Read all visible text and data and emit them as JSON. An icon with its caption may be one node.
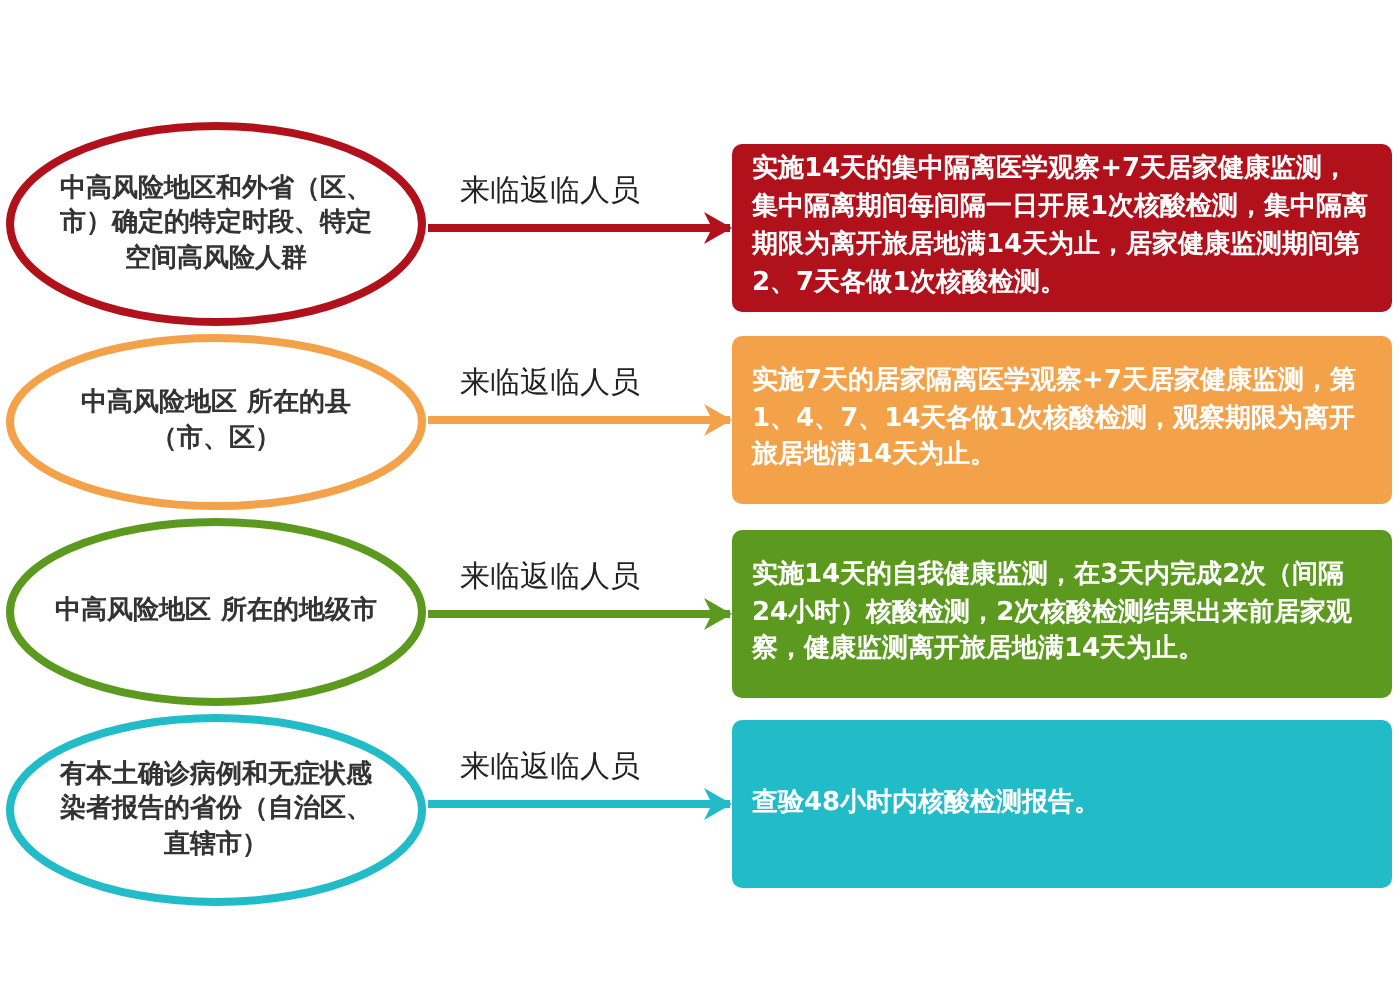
{
  "diagram": {
    "nodes": [
      {
        "text": [
          "中高风险地区和外省（区、市）确定的特定时段、特定空间高风险人群"
        ]
      },
      {
        "text": [
          "实施14天的集中隔离医学观察+7天居家健康监测，集中隔离期间每间隔一日开展1次核酸检测，集中隔离期限为离开旅居地满14天为止，居家健康监测期间第2、7天各做1次核酸检测。"
        ]
      },
      {
        "text": [
          "中高风险地区 所在的县（市、区）"
        ]
      },
      {
        "text": [
          "实施7天的居家隔离医学观察+7天居家健康监测，第1、4、7、14天各做1次核酸检测，观察期限为离开旅居地满14天为止。"
        ]
      },
      {
        "text": [
          "中高风险地区 所在的地级市"
        ]
      },
      {
        "text": [
          "实施14天的自我健康监测，在3天内完成2次（间隔24小时）核酸检测，2次核酸检测结果出来前居家观察，健康监测离开旅居地满14天为止。"
        ]
      },
      {
        "text": [
          "有本土确诊病例和无症状感染者报告的省份（自治区、直辖市）"
        ]
      },
      {
        "text": [
          "查验48小时内核酸检测报告。"
        ]
      }
    ],
    "edges": [
      {
        "from": 0,
        "to": 1,
        "arrow": "to",
        "label": "来临返临人员",
        "color": "#b0111b"
      },
      {
        "from": 2,
        "to": 3,
        "arrow": "to",
        "label": "来临返临人员",
        "color": "#f4a24a"
      },
      {
        "from": 4,
        "to": 5,
        "arrow": "to",
        "label": "来临返临人员",
        "color": "#5b9a1e"
      },
      {
        "from": 6,
        "to": 7,
        "arrow": "to",
        "label": "来临返临人员",
        "color": "#22bcc8"
      }
    ]
  }
}
